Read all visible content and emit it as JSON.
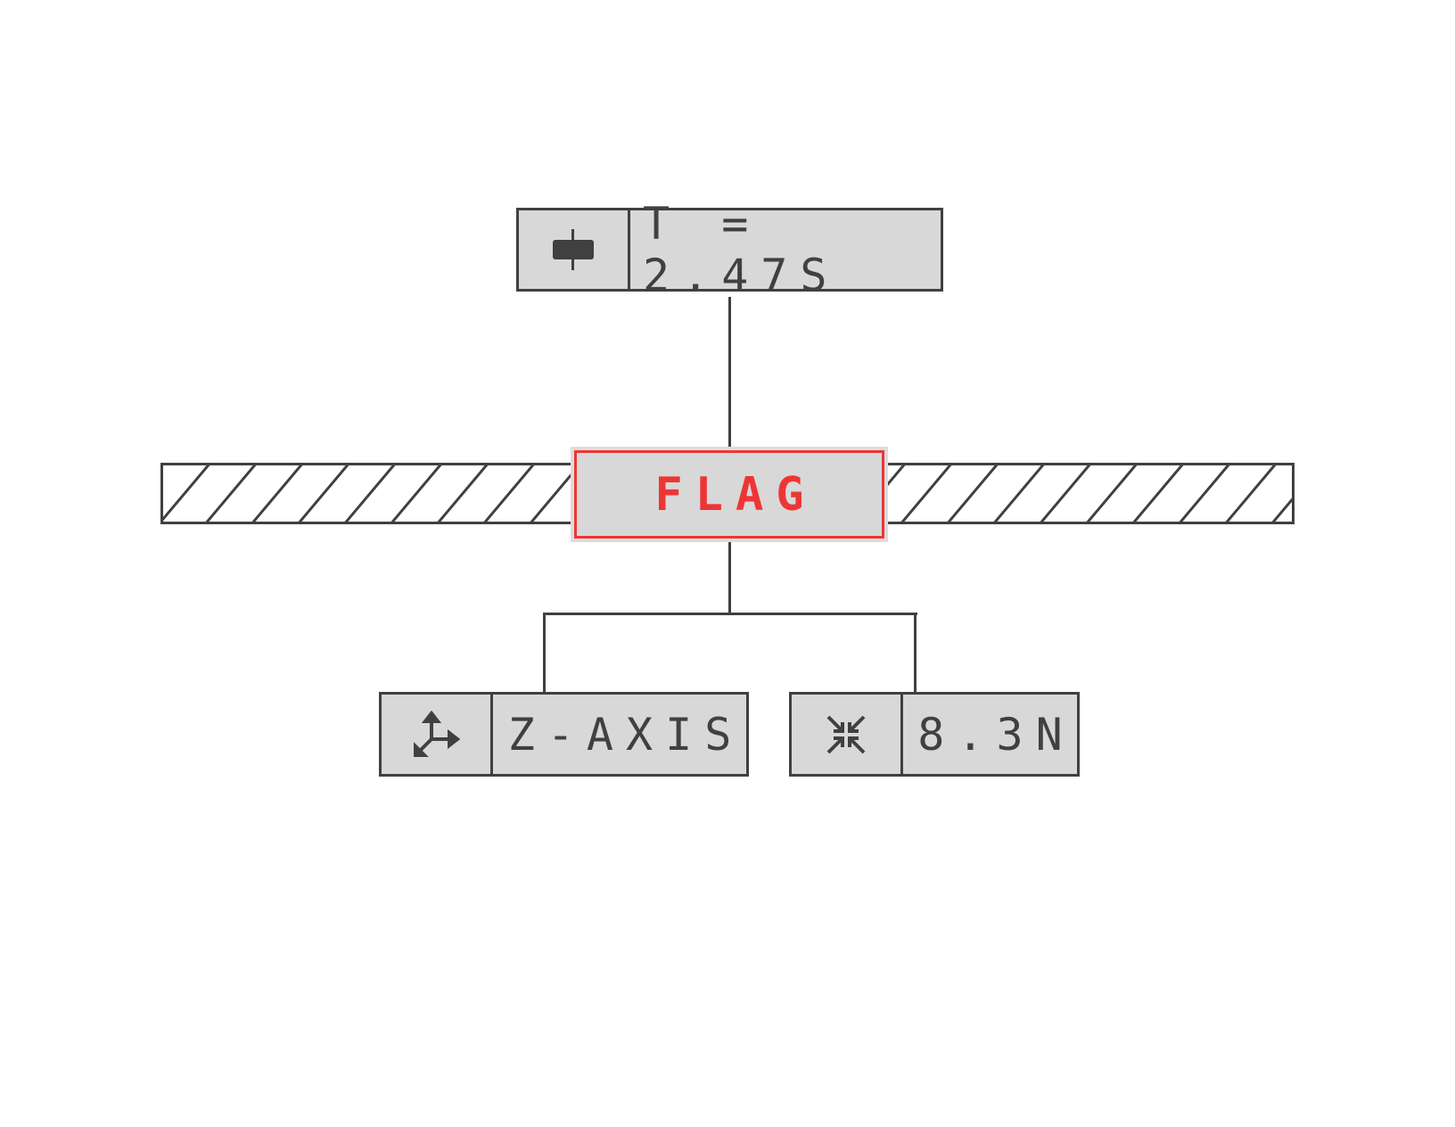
{
  "top_node": {
    "icon": "timeline-marker-icon",
    "label": "T = 2.47S"
  },
  "center_node": {
    "label": "FLAG",
    "color": "#ee3535"
  },
  "children": [
    {
      "icon": "axes-3d-icon",
      "label": "Z-AXIS"
    },
    {
      "icon": "compress-arrows-icon",
      "label": "8.3N"
    }
  ],
  "colors": {
    "stroke": "#404040",
    "fill": "#d8d8d8",
    "accent": "#ee3535"
  }
}
